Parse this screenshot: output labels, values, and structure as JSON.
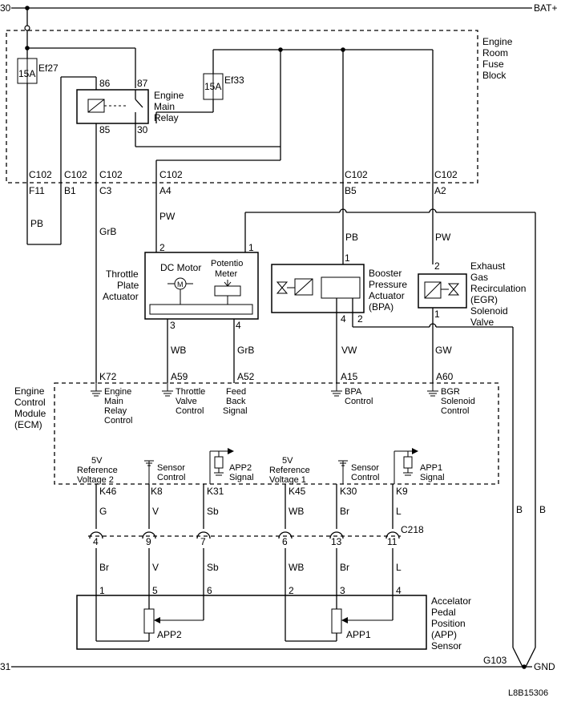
{
  "rails": {
    "top_left": "30",
    "top_right": "BAT+",
    "bottom_left": "31",
    "bottom_right": "GND",
    "ground": "G103"
  },
  "fuse_block": {
    "l1": "Engine",
    "l2": "Room",
    "l3": "Fuse",
    "l4": "Block"
  },
  "fuses": {
    "ef27": {
      "name": "Ef27",
      "rating": "15A"
    },
    "ef33": {
      "name": "Ef33",
      "rating": "15A"
    }
  },
  "relay": {
    "l1": "Engine",
    "l2": "Main",
    "l3": "Relay",
    "p86": "86",
    "p87": "87",
    "p85": "85",
    "p30": "30"
  },
  "c102": {
    "name": "C102",
    "pins": [
      {
        "id": "f11",
        "pin": "F11",
        "wire": "PB"
      },
      {
        "id": "b1",
        "pin": "B1",
        "wire": ""
      },
      {
        "id": "c3",
        "pin": "C3",
        "wire": "GrB"
      },
      {
        "id": "a4",
        "pin": "A4",
        "wire": "PW"
      },
      {
        "id": "b5",
        "pin": "B5",
        "wire": "PB"
      },
      {
        "id": "a2",
        "pin": "A2",
        "wire": "PW"
      }
    ]
  },
  "throttle": {
    "l1": "Throttle",
    "l2": "Plate",
    "l3": "Actuator",
    "dc": "DC Motor",
    "pot1": "Potentio",
    "pot2": "Meter",
    "p1": "1",
    "p2": "2",
    "p3": "3",
    "p4": "4",
    "w3": "WB",
    "w4": "GrB"
  },
  "bpa": {
    "l1": "Booster",
    "l2": "Pressure",
    "l3": "Actuator",
    "l4": "(BPA)",
    "p1": "1",
    "p2": "2",
    "p4": "4",
    "w4": "VW"
  },
  "egr": {
    "l1": "Exhaust",
    "l2": "Gas",
    "l3": "Recirculation",
    "l4": "(EGR)",
    "l5": "Solenoid",
    "l6": "Valve",
    "p1": "1",
    "p2": "2",
    "w1": "GW"
  },
  "ecm": {
    "l1": "Engine",
    "l2": "Control",
    "l3": "Module",
    "l4": "(ECM)",
    "upper": [
      {
        "pin": "K72",
        "t1": "Engine",
        "t2": "Main",
        "t3": "Relay",
        "t4": "Control"
      },
      {
        "pin": "A59",
        "t1": "Throttle",
        "t2": "Valve",
        "t3": "Control",
        "t4": ""
      },
      {
        "pin": "A52",
        "t1": "Feed",
        "t2": "Back",
        "t3": "Signal",
        "t4": ""
      },
      {
        "pin": "A15",
        "t1": "BPA",
        "t2": "Control",
        "t3": "",
        "t4": ""
      },
      {
        "pin": "A60",
        "t1": "BGR",
        "t2": "Solenoid",
        "t3": "Control",
        "t4": ""
      }
    ],
    "lower": [
      {
        "pin": "K46",
        "wire": "G",
        "t1": "5V",
        "t2": "Reference",
        "t3": "Voltage 2"
      },
      {
        "pin": "K8",
        "wire": "V",
        "t1": "Sensor",
        "t2": "Control",
        "t3": ""
      },
      {
        "pin": "K31",
        "wire": "Sb",
        "t1": "APP2",
        "t2": "Signal",
        "t3": ""
      },
      {
        "pin": "K45",
        "wire": "WB",
        "t1": "5V",
        "t2": "Reference",
        "t3": "Voltage 1"
      },
      {
        "pin": "K30",
        "wire": "Br",
        "t1": "Sensor",
        "t2": "Control",
        "t3": ""
      },
      {
        "pin": "K9",
        "wire": "L",
        "t1": "APP1",
        "t2": "Signal",
        "t3": ""
      }
    ]
  },
  "c218": {
    "name": "C218",
    "pins": [
      {
        "pin": "4",
        "wire": "Br",
        "app": "1"
      },
      {
        "pin": "9",
        "wire": "V",
        "app": "5"
      },
      {
        "pin": "7",
        "wire": "Sb",
        "app": "6"
      },
      {
        "pin": "6",
        "wire": "WB",
        "app": "2"
      },
      {
        "pin": "13",
        "wire": "Br",
        "app": "3"
      },
      {
        "pin": "11",
        "wire": "L",
        "app": "4"
      }
    ]
  },
  "app": {
    "l1": "Accelator",
    "l2": "Pedal",
    "l3": "Position",
    "l4": "(APP)",
    "l5": "Sensor",
    "app1": "APP1",
    "app2": "APP2"
  },
  "wire_b": "B",
  "figure_code": "L8B15306"
}
